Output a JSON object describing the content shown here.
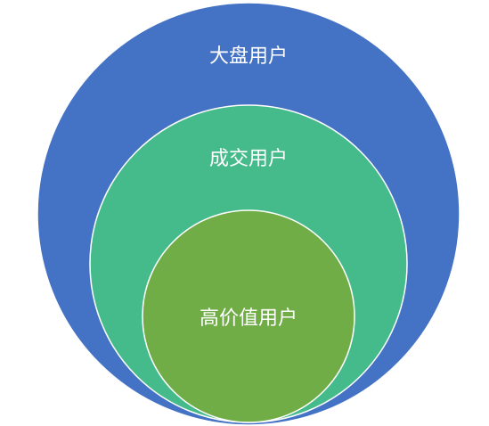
{
  "diagram": {
    "layers": [
      {
        "label": "大盘用户",
        "color": "#4472c4"
      },
      {
        "label": "成交用户",
        "color": "#45bb8b"
      },
      {
        "label": "高价值用户",
        "color": "#70ad47"
      }
    ],
    "stroke_color": "#ffffff"
  }
}
